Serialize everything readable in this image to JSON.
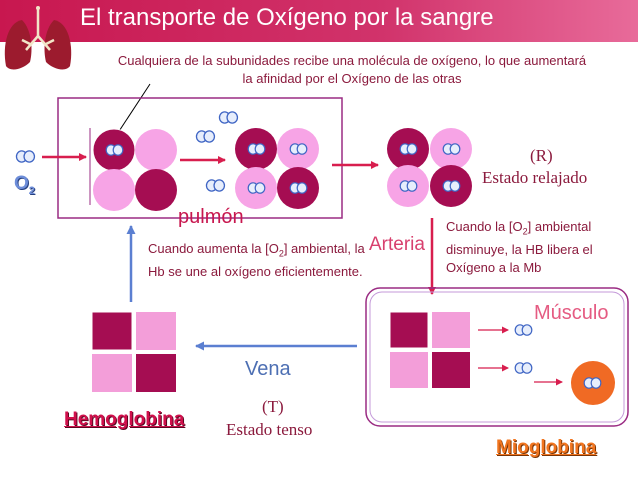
{
  "title": "El transporte de Oxígeno por la sangre",
  "note": {
    "line1": "Cualquiera de la subunidades recibe una molécula de oxígeno, lo que aumentará",
    "line2": "la afinidad por el Oxígeno de las otras"
  },
  "labels": {
    "o2_main": "O",
    "o2_sub": "2",
    "pulmon": "pulmón",
    "arteria": "Arteria",
    "musculo": "Músculo",
    "vena": "Vena",
    "state_r_tag": "(R)",
    "state_r": "Estado relajado",
    "state_t_tag": "(T)",
    "state_t": "Estado tenso",
    "hemoglobina": "Hemoglobina",
    "mioglobina": "Mioglobina"
  },
  "paragraphs": {
    "aumenta": {
      "pre": "Cuando aumenta la [O",
      "sub": "2",
      "post": "] ambiental, la Hb se une al oxígeno eficientemente."
    },
    "disminuye": {
      "pre": "Cuando la [O",
      "sub": "2",
      "post": "] ambiental disminuye, la HB libera el Oxígeno a la Mb"
    }
  },
  "colors": {
    "title_bar": "#c8174f",
    "subunit_dark": "#a50d52",
    "subunit_light": "#f7a4e6",
    "subunit_pink": "#f39ed9",
    "frame_border": "#9a2b83",
    "arrow_red": "#d81e4e",
    "arrow_blue": "#5b7fd1",
    "myoglobin": "#f06a24",
    "oxygen_fill": "#e7eefc",
    "oxygen_stroke": "#3f65c4"
  },
  "icons": [
    "lungs-icon",
    "oxygen-molecule-icon",
    "arrow-icon"
  ]
}
